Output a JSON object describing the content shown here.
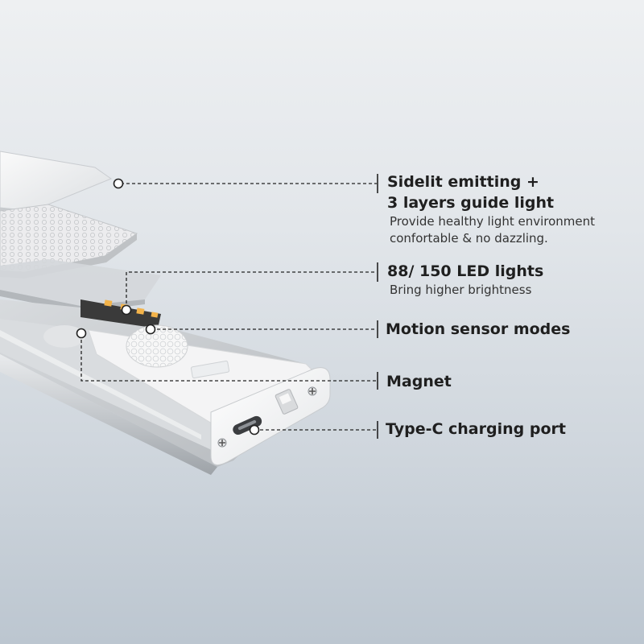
{
  "features": [
    {
      "title_lines": [
        "Sidelit emitting +",
        "3 layers guide light"
      ],
      "desc_lines": [
        "Provide healthy light environment",
        "confortable & no dazzling."
      ]
    },
    {
      "title_lines": [
        "88/ 150 LED lights"
      ],
      "desc_lines": [
        "Bring higher brightness"
      ]
    },
    {
      "title_lines": [
        "Motion sensor modes"
      ],
      "desc_lines": []
    },
    {
      "title_lines": [
        "Magnet"
      ],
      "desc_lines": []
    },
    {
      "title_lines": [
        "Type-C charging port"
      ],
      "desc_lines": []
    }
  ],
  "colors": {
    "background_top": "#eef0f2",
    "background_bottom": "#bcc6d0",
    "housing": "#c9ccd0",
    "end_cap": "#f6f6f6",
    "led": "#f3b34a",
    "leader_line": "#222222"
  },
  "icons": [
    "screw-icon",
    "pir-sensor-lens-icon",
    "usb-c-port-icon",
    "mode-switch-icon"
  ]
}
